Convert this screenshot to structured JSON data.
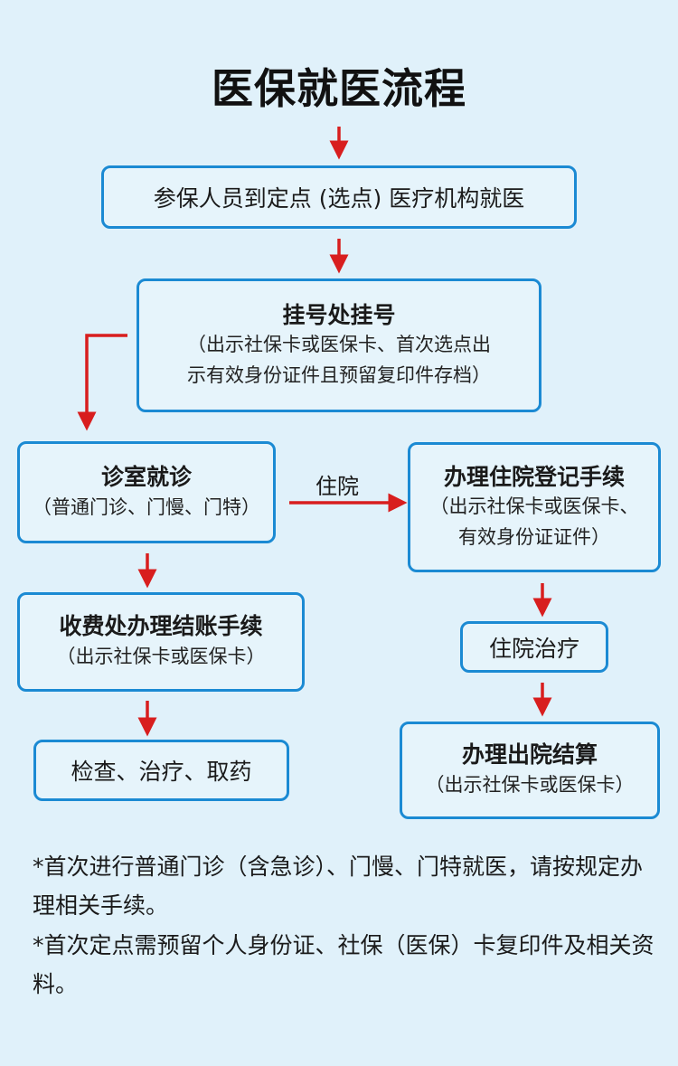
{
  "title": "医保就医流程",
  "steps": {
    "start": "参保人员到定点 (选点) 医疗机构就医",
    "register_title": "挂号处挂号",
    "register_sub_1": "（出示社保卡或医保卡、首次选点出",
    "register_sub_2": "示有效身份证件且预留复印件存档）",
    "clinic_title": "诊室就诊",
    "clinic_sub": "（普通门诊、门慢、门特）",
    "admission_title": "办理住院登记手续",
    "admission_sub_1": "（出示社保卡或医保卡、",
    "admission_sub_2": "有效身份证证件）",
    "fee_title": "收费处办理结账手续",
    "fee_sub": "（出示社保卡或医保卡）",
    "treatment": "检查、治疗、取药",
    "inpatient": "住院治疗",
    "discharge_title": "办理出院结算",
    "discharge_sub": "（出示社保卡或医保卡）"
  },
  "edge_labels": {
    "hospitalize": "住院"
  },
  "notes": [
    "*首次进行普通门诊（含急诊）、门慢、门特就医，请按规定办理相关手续。",
    "*首次定点需预留个人身份证、社保（医保）卡复印件及相关资料。"
  ],
  "colors": {
    "background": "#e0f1fa",
    "box_border": "#1b8ad3",
    "arrow": "#d81e1e"
  }
}
